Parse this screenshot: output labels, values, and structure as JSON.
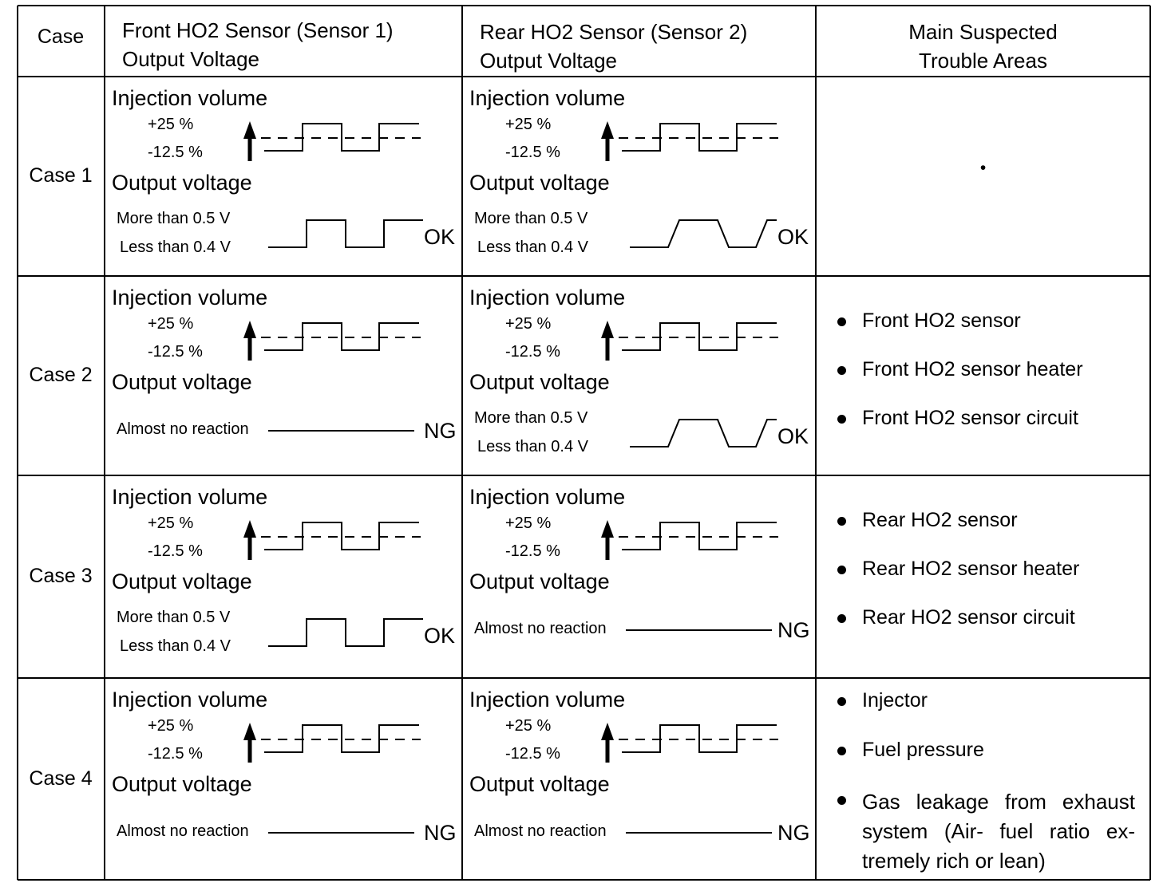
{
  "header": {
    "case": "Case",
    "front": [
      "Front HO2 Sensor (Sensor 1)",
      "Output Voltage"
    ],
    "rear": [
      "Rear HO2 Sensor (Sensor 2)",
      "Output Voltage"
    ],
    "trouble": [
      "Main Suspected",
      "Trouble Areas"
    ]
  },
  "labels": {
    "injection_volume": "Injection volume",
    "plus": "+25 %",
    "minus": "-12.5  %",
    "output_voltage": "Output voltage",
    "more": "More than 0.5 V",
    "less": "Less than 0.4 V",
    "almost": "Almost no reaction",
    "ok": "OK",
    "ng": "NG"
  },
  "rows": [
    {
      "case": "Case 1",
      "front_result": "OK",
      "rear_result": "OK",
      "front_wave": "square",
      "rear_wave": "slope",
      "trouble": [],
      "trouble_mark": "•"
    },
    {
      "case": "Case 2",
      "front_result": "NG",
      "rear_result": "OK",
      "front_wave": "flat",
      "rear_wave": "slope",
      "trouble": [
        "Front HO2 sensor",
        "Front HO2 sensor heater",
        "Front HO2 sensor circuit"
      ]
    },
    {
      "case": "Case 3",
      "front_result": "OK",
      "rear_result": "NG",
      "front_wave": "square",
      "rear_wave": "flat",
      "trouble": [
        "Rear HO2 sensor",
        "Rear HO2 sensor heater",
        "Rear HO2 sensor circuit"
      ]
    },
    {
      "case": "Case 4",
      "front_result": "NG",
      "rear_result": "NG",
      "front_wave": "flat",
      "rear_wave": "flat",
      "trouble": [
        "Injector",
        "Fuel pressure"
      ],
      "trouble_long": [
        "Gas leakage from exhaust",
        "system (Air- fuel ratio ex-",
        "tremely rich or lean)"
      ]
    }
  ]
}
